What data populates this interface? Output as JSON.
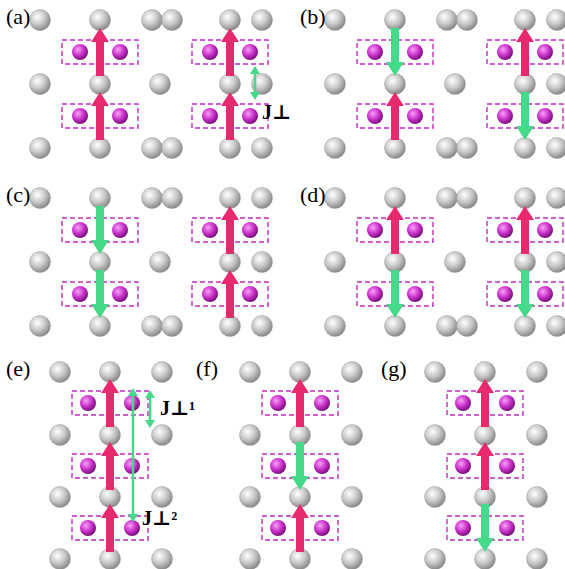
{
  "diagram": {
    "labels": [
      "(a)",
      "J⊥",
      "(b)",
      "(c)",
      "(d)",
      "(e)",
      "J⊥¹",
      "J⊥²",
      "(f)",
      "(g)"
    ]
  }
}
